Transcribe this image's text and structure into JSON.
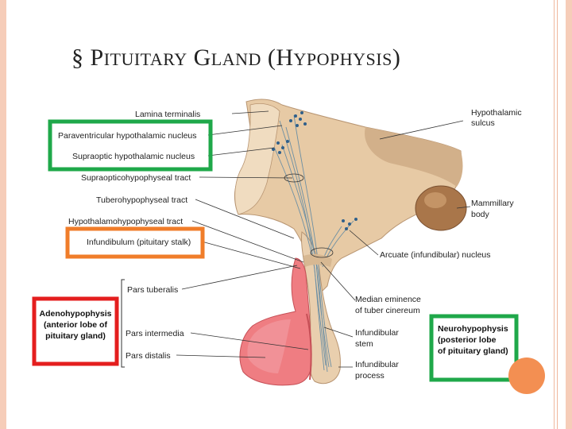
{
  "title": {
    "symbol": "§",
    "word1_initial": "P",
    "word1_rest": "ITUITARY",
    "word2_initial": "G",
    "word2_rest": "LAND",
    "paren_open": "(",
    "word3_initial": "H",
    "word3_rest": "YPOPHYSIS",
    "paren_close": ")"
  },
  "labels": {
    "lamina_terminalis": "Lamina terminalis",
    "paraventricular": "Paraventricular hypothalamic nucleus",
    "supraoptic": "Supraoptic hypothalamic nucleus",
    "supraopticohypophyseal": "Supraopticohypophyseal tract",
    "tuberohypophyseal": "Tuberohypophyseal tract",
    "hypothalamohypophyseal": "Hypothalamohypophyseal tract",
    "infundibulum": "Infundibulum (pituitary stalk)",
    "pars_tuberalis": "Pars tuberalis",
    "pars_intermedia": "Pars intermedia",
    "pars_distalis": "Pars distalis",
    "hypothalamic_sulcus_1": "Hypothalamic",
    "hypothalamic_sulcus_2": "sulcus",
    "mammillary_1": "Mammillary",
    "mammillary_2": "body",
    "arcuate": "Arcuate (infundibular) nucleus",
    "median_eminence_1": "Median eminence",
    "median_eminence_2": "of tuber cinereum",
    "infundibular_stem_1": "Infundibular",
    "infundibular_stem_2": "stem",
    "infundibular_process_1": "Infundibular",
    "infundibular_process_2": "process",
    "adeno_1": "Adenohypophysis",
    "adeno_2": "(anterior lobe of",
    "adeno_3": "pituitary gland)",
    "neuro_1": "Neurohypophysis",
    "neuro_2": "(posterior lobe",
    "neuro_3": "of pituitary gland)"
  },
  "colors": {
    "green_box": "#1fa84a",
    "orange_box": "#f07d2a",
    "red_box": "#e41e1e",
    "tissue": "#e7caa5",
    "anterior_lobe": "#ef7d82",
    "mammillary": "#a9764a",
    "accent_dot": "#f38f52"
  }
}
